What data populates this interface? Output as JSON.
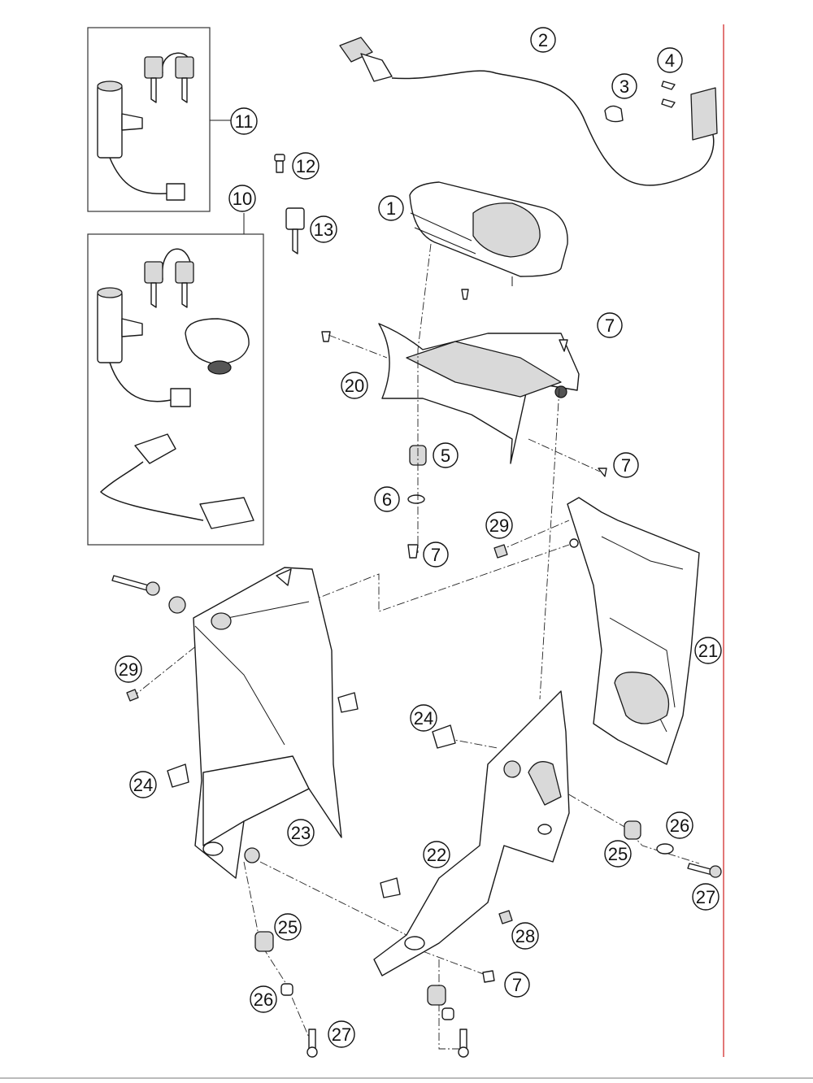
{
  "diagram": {
    "type": "exploded-parts-diagram",
    "callouts": [
      "1",
      "2",
      "3",
      "4",
      "5",
      "6",
      "7",
      "7",
      "7",
      "7",
      "7",
      "10",
      "11",
      "12",
      "13",
      "20",
      "21",
      "22",
      "23",
      "24",
      "24",
      "25",
      "25",
      "26",
      "26",
      "27",
      "27",
      "28",
      "29",
      "29"
    ]
  },
  "colors": {
    "line": "#1a1a1a",
    "margin_line": "#d84a4a",
    "part_fill": "#ffffff",
    "shaded_fill": "#d9d9d9"
  }
}
